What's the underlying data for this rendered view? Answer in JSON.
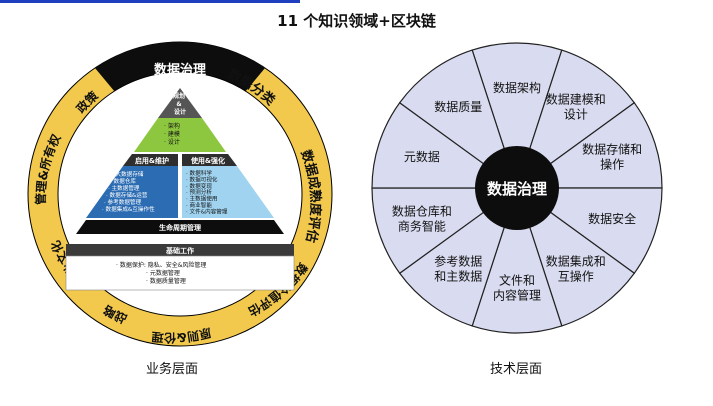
{
  "title": "11 个知识领域+区块链",
  "left": {
    "caption": "业务层面",
    "top_label": "数据治理",
    "ring": {
      "right_upper": "数据分类",
      "right_middle": "数据成熟度评估",
      "right_lower": "数据价值评估",
      "bottom": "原则&伦理",
      "bottom_left": "战略",
      "left_lower": "企业文化",
      "left_upper": "管理&所有权",
      "upper_left": "政策"
    },
    "pyramid": {
      "apex_lines": [
        "规划",
        "&",
        "设计"
      ],
      "apex_items": [
        "· 架构",
        "· 建模",
        "· 设计"
      ],
      "left_header": "启用&维护",
      "left_items": [
        "· 大数据存储",
        "· 数据仓库",
        "· 主数据管理",
        "· 数据存储&运营",
        "· 参考数据管理",
        "· 数据集成&互操作性"
      ],
      "right_header": "使用&强化",
      "right_items": [
        "· 数据科学",
        "· 数据可视化",
        "· 数据变现",
        "· 预测分析",
        "· 主数据使用",
        "· 商业智能",
        "· 文件&内容管理"
      ],
      "lifecycle": "生命周期管理",
      "foundation_header": "基础工作",
      "foundation_items": [
        "· 数据保护: 隐私、安全&风险管理",
        "· 元数据管理",
        "· 数据质量管理"
      ]
    }
  },
  "right": {
    "caption": "技术层面",
    "center": "数据治理",
    "sectors": [
      [
        "数据架构"
      ],
      [
        "数据建模和",
        "设计"
      ],
      [
        "数据存储和",
        "操作"
      ],
      [
        "数据安全"
      ],
      [
        "数据集成和",
        "互操作"
      ],
      [
        "文件和",
        "内容管理"
      ],
      [
        "参考数据",
        "和主数据"
      ],
      [
        "数据仓库和",
        "商务智能"
      ],
      [
        "元数据"
      ],
      [
        "数据质量"
      ]
    ]
  },
  "colors": {
    "ring_yellow": "#f2c94c",
    "ring_black": "#0d0d0d",
    "apex_green": "#8dc63f",
    "apex_dark": "#555555",
    "left_dark": "#2e2e2e",
    "left_blue": "#2b6cb3",
    "right_blue": "#9fd3f0",
    "base_dark": "#3a3a3a",
    "wheel_fill": "#d9dcf0",
    "wheel_stroke": "#222222",
    "hub": "#0d0d0d"
  }
}
